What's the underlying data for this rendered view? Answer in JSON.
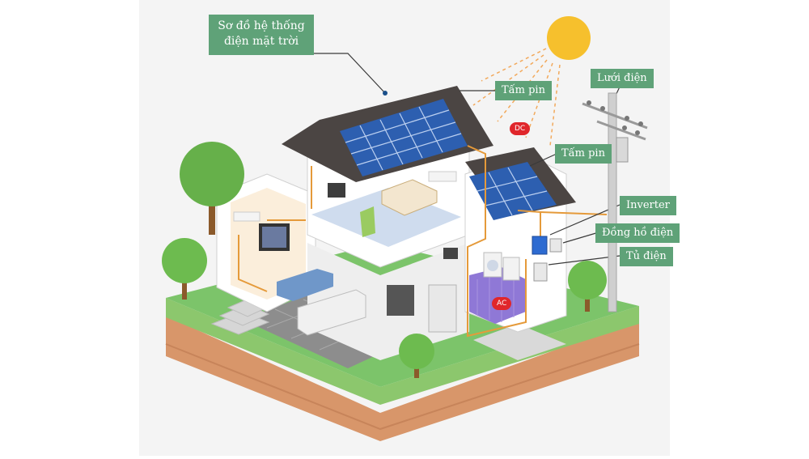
{
  "diagram": {
    "title_line1": "Sơ đồ hệ thống",
    "title_line2": "điện mặt trời",
    "labels": {
      "panel_top": "Tấm pin",
      "panel_side": "Tấm pin",
      "grid": "Lưới điện",
      "inverter": "Inverter",
      "meter": "Đồng hồ điện",
      "cabinet": "Tủ điện"
    },
    "tags": {
      "dc": "DC",
      "ac": "AC"
    }
  },
  "colors": {
    "label_bg": "#5fa278",
    "tag_bg": "#e0262b",
    "sun": "#f6c02d",
    "panel": "#2d5fb0",
    "roof": "#4b4543",
    "grass": "#7cc46a",
    "soil": "#d8966a",
    "wire": "#e59a3a"
  }
}
